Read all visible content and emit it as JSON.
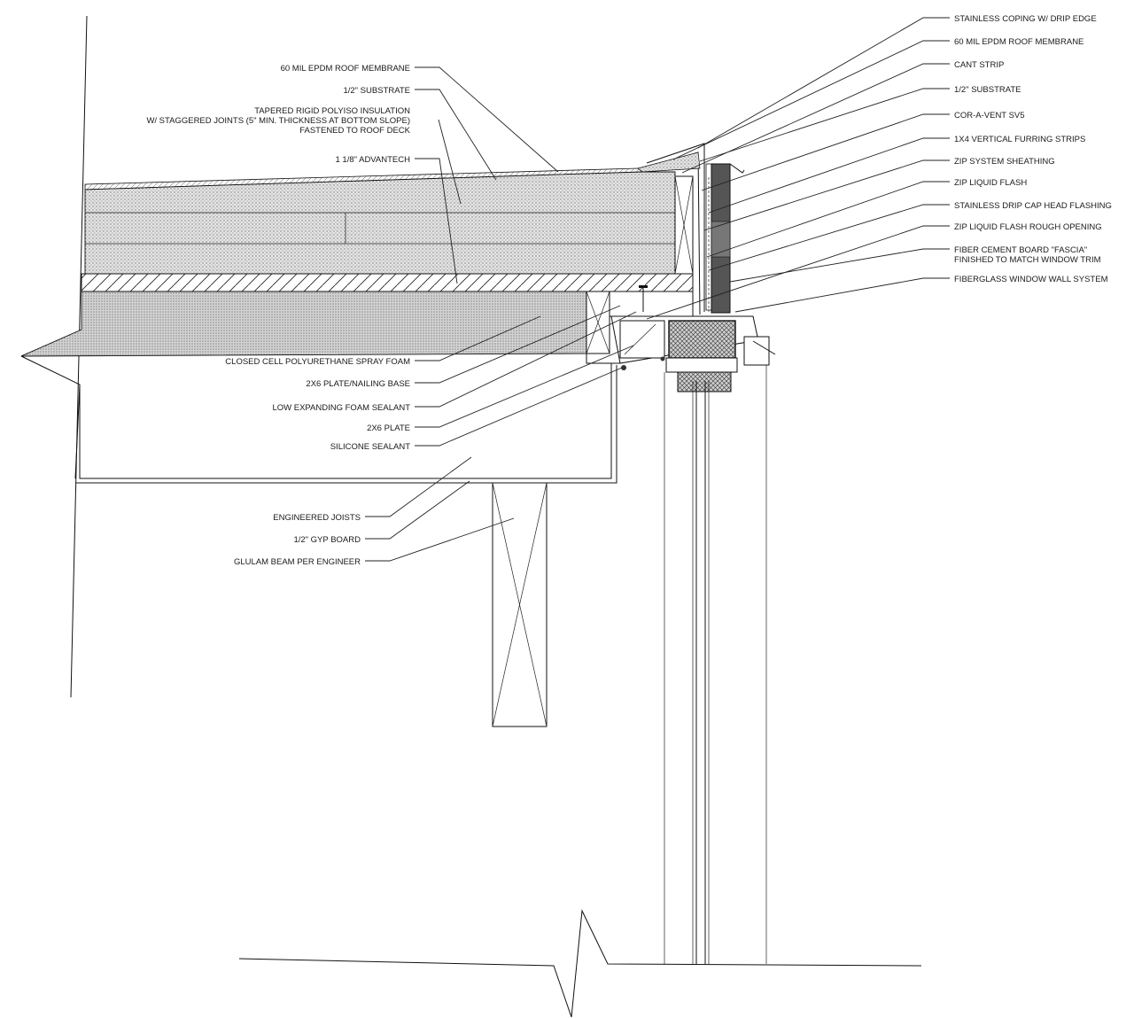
{
  "labels_left": [
    {
      "id": "epdm-left",
      "text": "60 MIL EPDM ROOF MEMBRANE"
    },
    {
      "id": "substrate-left",
      "text": "1/2\" SUBSTRATE"
    },
    {
      "id": "polyiso-1",
      "text": "TAPERED RIGID POLYISO INSULATION"
    },
    {
      "id": "polyiso-2",
      "text": "W/ STAGGERED JOINTS (5\" MIN. THICKNESS AT BOTTOM SLOPE)"
    },
    {
      "id": "polyiso-3",
      "text": "FASTENED TO ROOF DECK"
    },
    {
      "id": "advantech",
      "text": "1 1/8\" ADVANTECH"
    },
    {
      "id": "spray-foam",
      "text": "CLOSED CELL POLYURETHANE SPRAY FOAM"
    },
    {
      "id": "plate-nailing",
      "text": "2X6 PLATE/NAILING BASE"
    },
    {
      "id": "foam-sealant",
      "text": "LOW EXPANDING FOAM SEALANT"
    },
    {
      "id": "plate",
      "text": "2X6 PLATE"
    },
    {
      "id": "silicone",
      "text": "SILICONE SEALANT"
    },
    {
      "id": "joists",
      "text": "ENGINEERED JOISTS"
    },
    {
      "id": "gyp",
      "text": "1/2\" GYP BOARD"
    },
    {
      "id": "glulam",
      "text": "GLULAM BEAM PER ENGINEER"
    }
  ],
  "labels_right": [
    {
      "id": "coping",
      "text": "STAINLESS COPING W/ DRIP EDGE"
    },
    {
      "id": "epdm-right",
      "text": "60 MIL EPDM ROOF MEMBRANE"
    },
    {
      "id": "cant",
      "text": "CANT STRIP"
    },
    {
      "id": "substrate-right",
      "text": "1/2\" SUBSTRATE"
    },
    {
      "id": "vent",
      "text": "COR-A-VENT SV5"
    },
    {
      "id": "furring",
      "text": "1X4 VERTICAL FURRING STRIPS"
    },
    {
      "id": "zip-sheathing",
      "text": "ZIP SYSTEM SHEATHING"
    },
    {
      "id": "zip-flash",
      "text": "ZIP LIQUID FLASH"
    },
    {
      "id": "drip-cap",
      "text": "STAINLESS DRIP CAP HEAD FLASHING"
    },
    {
      "id": "zip-rough",
      "text": "ZIP LIQUID FLASH ROUGH OPENING"
    },
    {
      "id": "fascia-1",
      "text": "FIBER CEMENT BOARD \"FASCIA\""
    },
    {
      "id": "fascia-2",
      "text": "FINISHED TO MATCH WINDOW TRIM"
    },
    {
      "id": "window",
      "text": "FIBERGLASS WINDOW WALL SYSTEM"
    }
  ],
  "colors": {
    "line": "#111111",
    "foam_fill": "#d9d9d9",
    "insulation_fill": "#e6e6e6",
    "cladding_fill": "#555555"
  }
}
